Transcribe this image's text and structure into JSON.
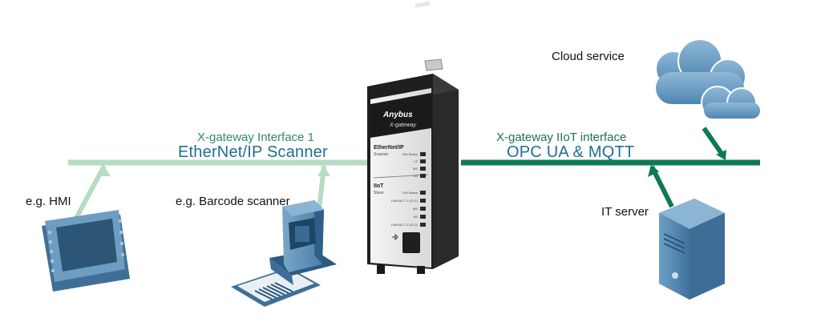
{
  "left_interface": {
    "subtitle": "X-gateway Interface 1",
    "protocol": "EtherNet/IP Scanner"
  },
  "right_interface": {
    "subtitle": "X-gateway IIoT interface",
    "protocol": "OPC UA & MQTT"
  },
  "devices": {
    "hmi": "e.g. HMI",
    "barcode": "e.g. Barcode scanner",
    "cloud": "Cloud service",
    "server": "IT server"
  },
  "gateway": {
    "brand": "Anybus",
    "model": "X-gateway",
    "top_title": "EtherNet/IP",
    "top_sub": "Scanner",
    "bottom_title": "IIoT",
    "bottom_sub": "Slave",
    "led_labels_top": [
      "GW Status",
      "LS",
      "MS",
      "NS"
    ],
    "led_labels_bottom": [
      "GW Status",
      "LINK/ACT 1 (X1.1)",
      "MS",
      "NS",
      "LINK/ACT 2 (X1.2)"
    ]
  },
  "colors": {
    "left_line": "#b6dcc3",
    "right_line": "#0e7a52",
    "device_blue": "#5d8fb4",
    "cloud_blue": "#6d9fc2"
  }
}
